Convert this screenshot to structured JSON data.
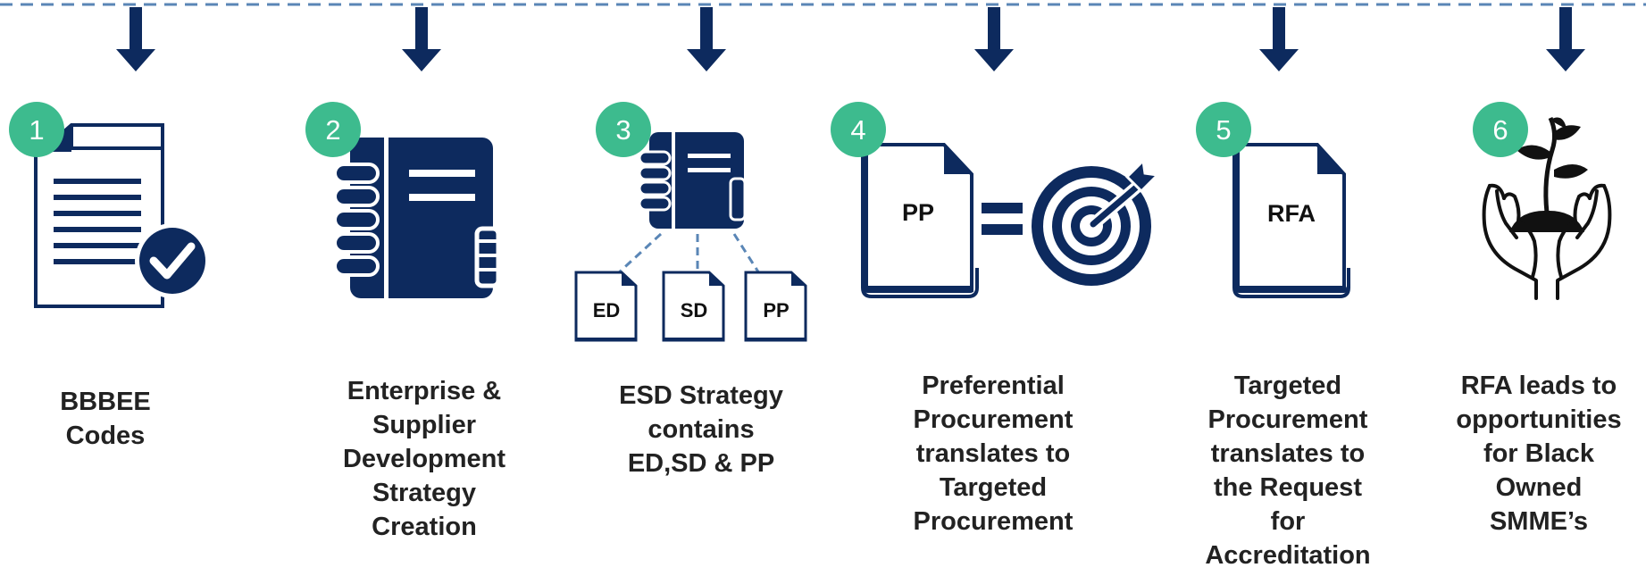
{
  "colors": {
    "navy": "#0d2a5e",
    "badge": "#3dbb8e",
    "dash": "#5a86b6",
    "text": "#222222",
    "badge_text": "#ffffff",
    "accent_outline": "#0d2a5e"
  },
  "steps": [
    {
      "number": "1",
      "icon": "document-check-icon",
      "caption": [
        "BBBEE",
        "Codes"
      ]
    },
    {
      "number": "2",
      "icon": "notebook-icon",
      "caption": [
        "Enterprise &",
        "Supplier",
        "Development",
        "Strategy",
        "Creation"
      ]
    },
    {
      "number": "3",
      "icon": "notebook-split-icon",
      "caption": [
        "ESD Strategy",
        "contains",
        "ED,SD & PP"
      ]
    },
    {
      "number": "4",
      "icon": "document-equals-target-icon",
      "caption": [
        "Preferential",
        "Procurement",
        "translates to",
        "Targeted",
        "Procurement"
      ]
    },
    {
      "number": "5",
      "icon": "document-icon",
      "caption": [
        "Targeted",
        "Procurement",
        "translates to",
        "the Request",
        "for",
        "Accreditation"
      ]
    },
    {
      "number": "6",
      "icon": "hands-plant-icon",
      "caption": [
        "RFA leads to",
        "opportunities",
        "for Black",
        "Owned",
        "SMME’s"
      ]
    }
  ],
  "doc_labels": {
    "step3_docs": [
      "ED",
      "SD",
      "PP"
    ],
    "step4_doc": "PP",
    "step5_doc": "RFA"
  }
}
